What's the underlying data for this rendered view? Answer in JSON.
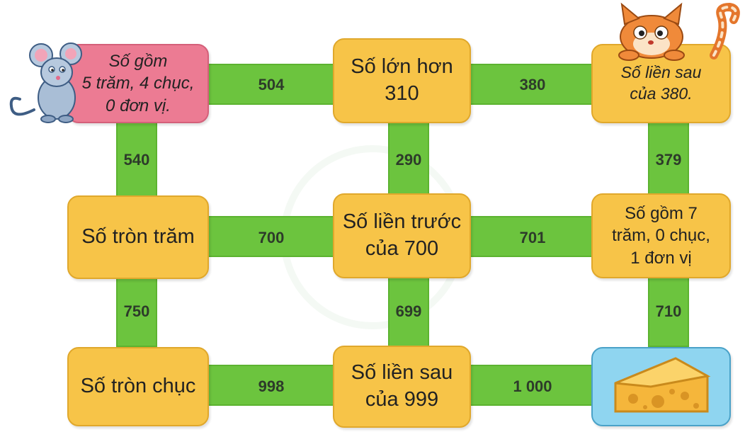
{
  "boxes": {
    "r1c1": "Số gồm\n5 trăm, 4 chục,\n0 đơn vị.",
    "r1c2": "Số lớn hơn\n310",
    "r1c3": "Số liền sau\ncủa 380.",
    "r2c1": "Số tròn trăm",
    "r2c2": "Số liền trước\ncủa 700",
    "r2c3": "Số gồm 7\ntrăm, 0 chục,\n1 đơn vị",
    "r3c1": "Số tròn chục",
    "r3c2": "Số liền sau\ncủa 999"
  },
  "paths": {
    "h_r1_a": "504",
    "h_r1_b": "380",
    "h_r2_a": "700",
    "h_r2_b": "701",
    "h_r3_a": "998",
    "h_r3_b": "1 000",
    "v_c1_a": "540",
    "v_c1_b": "750",
    "v_c2_a": "290",
    "v_c2_b": "699",
    "v_c3_a": "379",
    "v_c3_b": "710"
  },
  "colors": {
    "path": "#6cc43e",
    "box": "#f7c448",
    "start_box": "#ec7b93",
    "goal_box": "#8fd5f0"
  },
  "pictures": {
    "start": "mouse-illustration",
    "top_right": "cat-illustration",
    "goal": "cheese-illustration"
  }
}
